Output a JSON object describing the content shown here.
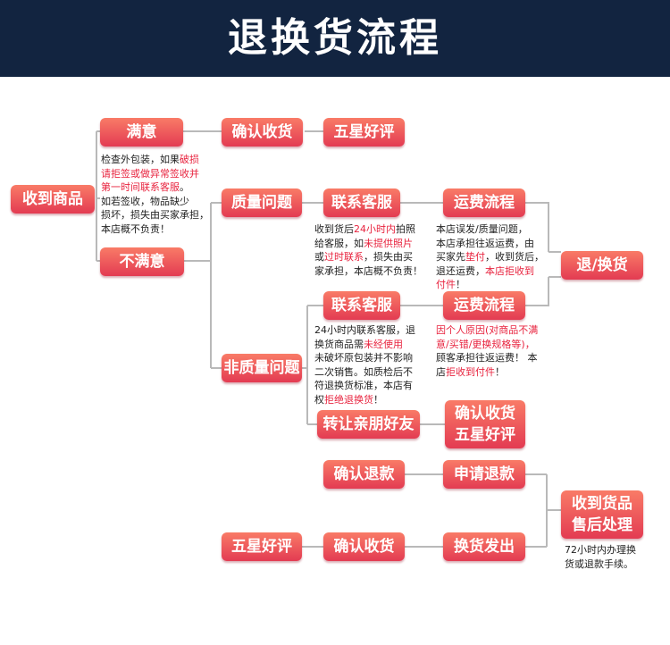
{
  "header": {
    "title": "退换货流程"
  },
  "nodes": {
    "received": "收到商品",
    "satisfied": "满意",
    "unsatisfied": "不满意",
    "confirm_receipt_1": "确认收货",
    "five_star_1": "五星好评",
    "quality_issue": "质量问题",
    "contact_cs_1": "联系客服",
    "shipping_flow_1": "运费流程",
    "return_exchange": "退/换货",
    "non_quality_issue": "非质量问题",
    "contact_cs_2": "联系客服",
    "shipping_flow_2": "运费流程",
    "transfer_friends": "转让亲朋好友",
    "confirm_five_star_line1": "确认收货",
    "confirm_five_star_line2": "五星好评",
    "confirm_refund": "确认退款",
    "apply_refund": "申请退款",
    "after_sales_line1": "收到货品",
    "after_sales_line2": "售后处理",
    "five_star_2": "五星好评",
    "confirm_receipt_2": "确认收货",
    "exchange_ship": "换货发出"
  },
  "notes": {
    "inspect": [
      [
        "检查外包装，如果",
        "破损"
      ],
      [
        "请拒签或做异常签收并",
        ""
      ],
      [
        "第一时间联系客服",
        "。"
      ],
      [
        "如若签收，物品缺少",
        ""
      ],
      [
        "损坏，损失由买家承担，",
        ""
      ],
      [
        "本店概不负责！",
        ""
      ]
    ],
    "inspect_red_lines": [
      "请拒签或做异常签收并",
      "第一时间联系客服"
    ],
    "cs1": {
      "l1a": "收到货后",
      "l1b": "24小时内",
      "l1c": "拍照",
      "l2a": "给客服，如",
      "l2b": "未提供照片",
      "l3a": "或",
      "l3b": "过时联系",
      "l3c": "，损失由买",
      "l4": "家承担，本店概不负责！"
    },
    "ship1": {
      "l1": "本店误发/质量问题，",
      "l2": "本店承担往返运费，由",
      "l3a": "买家先",
      "l3b": "垫付",
      "l3c": "，收到货后，",
      "l4a": "退还运费，",
      "l4b": "本店拒收到",
      "l5a": "付件",
      "l5b": "！"
    },
    "cs2": {
      "l1": "24小时内联系客服，退",
      "l2a": "换货商品需",
      "l2b": "未经使用",
      "l3": "未破坏原包装并不影响",
      "l4": "二次销售。如质检后不",
      "l5": "符退换货标准，本店有",
      "l6a": "权",
      "l6b": "拒绝退换货",
      "l6c": "！"
    },
    "ship2": {
      "l1": "因个人原因(对商品不满",
      "l2": "意/买错/更换规格等)，",
      "l3": "顾客承担往返运费！ 本",
      "l4a": "店",
      "l4b": "拒收到付件",
      "l4c": "！"
    },
    "after_sales": {
      "l1": "72小时内办理换",
      "l2": "货或退款手续。"
    }
  },
  "colors": {
    "header_bg": "#122440",
    "button_top": "#f97b67",
    "button_bottom": "#e33b52",
    "accent_red": "#e8243f",
    "line": "#b9b9b9"
  }
}
